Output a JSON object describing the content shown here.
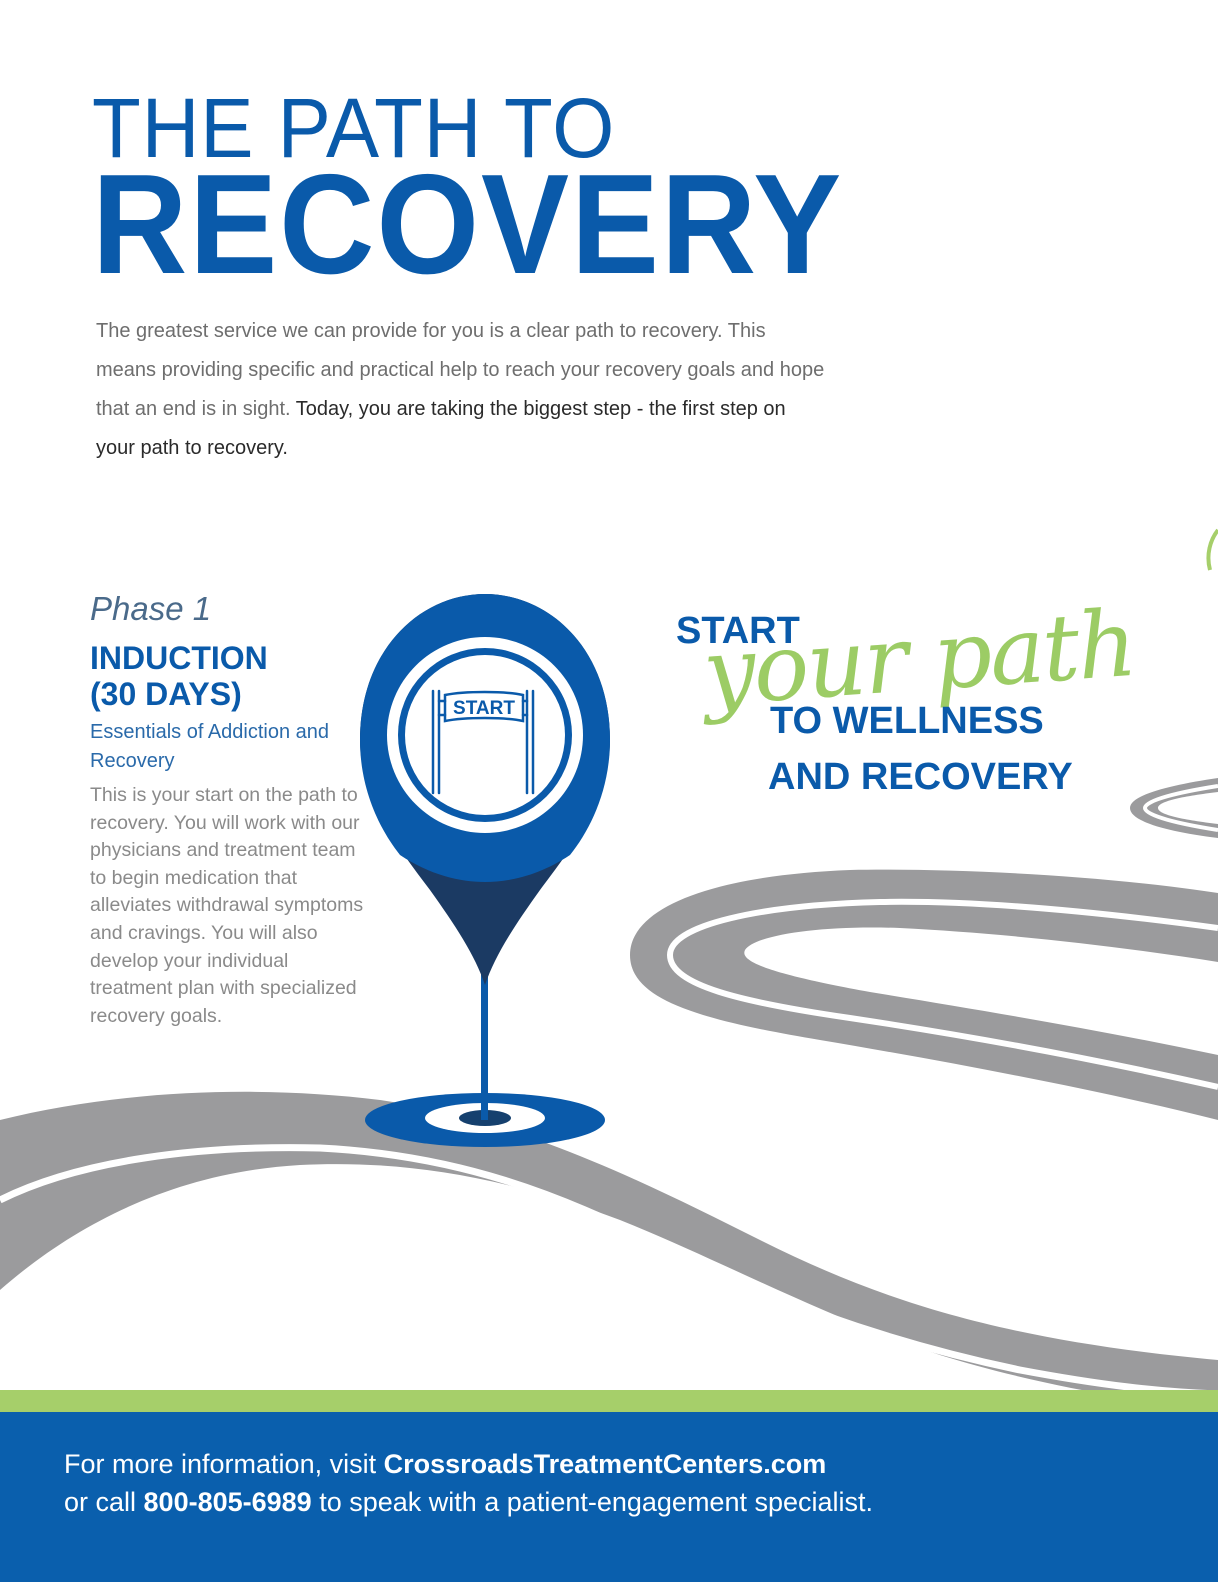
{
  "header": {
    "title_line1": "THE PATH TO",
    "title_line2": "RECOVERY"
  },
  "intro": {
    "text_regular": "The greatest service we can provide for you is a clear path to recovery. This means providing specific and practical help to reach your recovery goals and hope that an end is in sight. ",
    "text_emphasis": "Today, you are taking the biggest step - the first step on your path to recovery."
  },
  "phase": {
    "label": "Phase 1",
    "title_line1": "INDUCTION",
    "title_line2": "(30 DAYS)",
    "subtitle": "Essentials of Addiction and Recovery",
    "body": "This is your start on the path to recovery. You will work with our physicians and treatment team to begin medication that alleviates withdrawal symptoms and cravings. You will also develop your individual treatment plan with specialized recovery goals."
  },
  "marker": {
    "icon": "start-banner-icon",
    "banner_text": "START"
  },
  "tagline": {
    "start": "START",
    "script": "your path",
    "line2": "TO WELLNESS",
    "line3": "AND RECOVERY"
  },
  "footer": {
    "line1_prefix": "For more information, visit ",
    "website": "CrossroadsTreatmentCenters.com",
    "line2_prefix": "or call ",
    "phone": "800-805-6989",
    "line2_suffix": " to speak with a patient-engagement specialist."
  },
  "colors": {
    "brand_blue": "#0a5aaa",
    "dark_blue": "#1b3a63",
    "accent_green": "#a6cf6a",
    "road_gray": "#9b9b9d",
    "footer_blue": "#0a5fad"
  }
}
